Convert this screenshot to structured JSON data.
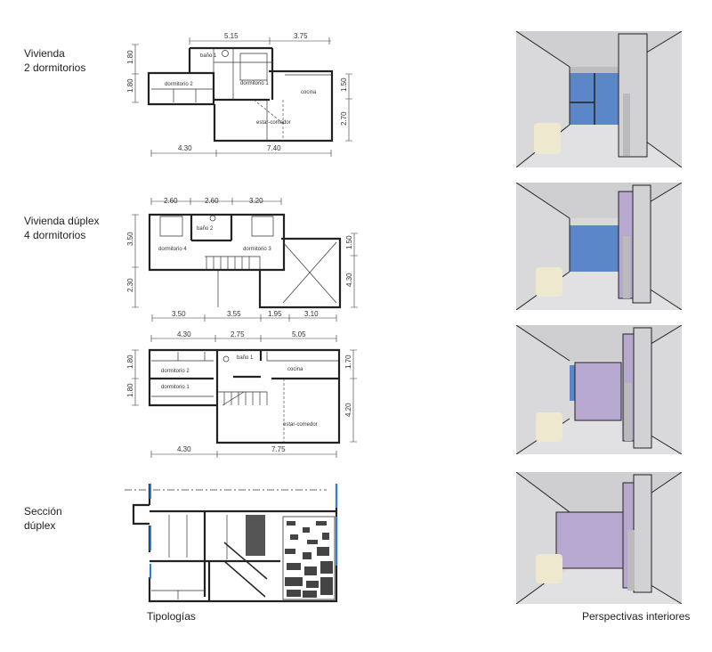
{
  "labels": {
    "typology_1": [
      "Vivienda",
      "2 dormitorios"
    ],
    "typology_2": [
      "Vivienda dúplex",
      "4 dormitorios"
    ],
    "section": [
      "Sección",
      "dúplex"
    ],
    "footer_left": "Tipologías",
    "footer_right": "Perspectivas interiores"
  },
  "plan_1": {
    "rooms": {
      "bath": "baño 1",
      "bed1": "dormitorio 1",
      "bed2": "dormitorio 2",
      "kitchen": "cocina",
      "living": "estar-comedor"
    },
    "dims_top": [
      "5.15",
      "3.75"
    ],
    "dims_left": [
      "1.80",
      "1.80"
    ],
    "dims_right": [
      "1.50",
      "2.70"
    ],
    "dims_bottom": [
      "4.30",
      "7.40"
    ]
  },
  "plan_2": {
    "rooms": {
      "bath": "baño 2",
      "bed4": "dormitorio 4",
      "bed3": "dormitorio 3"
    },
    "dims_top": [
      "2.60",
      "2.60",
      "3.20"
    ],
    "dims_left": [
      "3.50",
      "2.30"
    ],
    "dims_right": [
      "1.50",
      "4.30"
    ],
    "dims_bottom": [
      "3.50",
      "3.55",
      "1.95",
      "3.10"
    ]
  },
  "plan_3": {
    "rooms": {
      "bath": "baño 1",
      "bed2": "dormitorio 2",
      "bed1": "dormitorio 1",
      "kitchen": "cocina",
      "living": "estar-comedor"
    },
    "dims_top": [
      "4.30",
      "2.75",
      "5.05"
    ],
    "dims_left": [
      "1.80",
      "1.80"
    ],
    "dims_right": [
      "1.70",
      "4.20"
    ],
    "dims_bottom": [
      "4.30",
      "7.75"
    ]
  },
  "colors": {
    "wall": "#222222",
    "glass": "#2a7de1",
    "persp_bg": "#d9d9dc",
    "purple": "#b7a8cf",
    "sky": "#5b86c8"
  }
}
